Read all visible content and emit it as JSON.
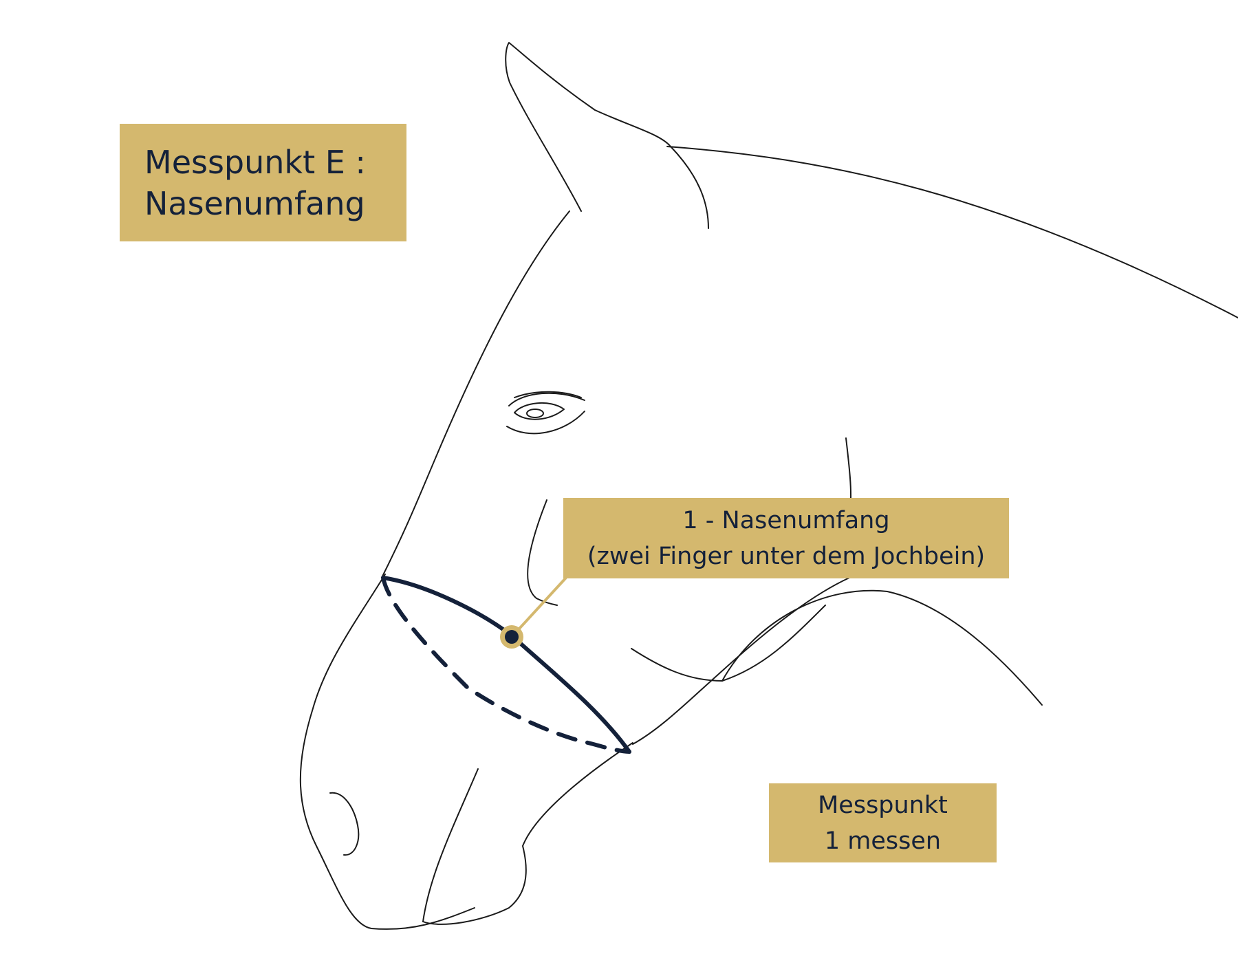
{
  "title_box": {
    "line1": "Messpunkt E :",
    "line2": "Nasenumfang"
  },
  "callout": {
    "line1": "1 - Nasenumfang",
    "line2": "(zwei Finger unter dem Jochbein)"
  },
  "action_box": {
    "line1": "Messpunkt",
    "line2": "1 messen"
  },
  "colors": {
    "gold": "#d4b86e",
    "navy": "#14213a",
    "outline": "#1a1a1a"
  }
}
